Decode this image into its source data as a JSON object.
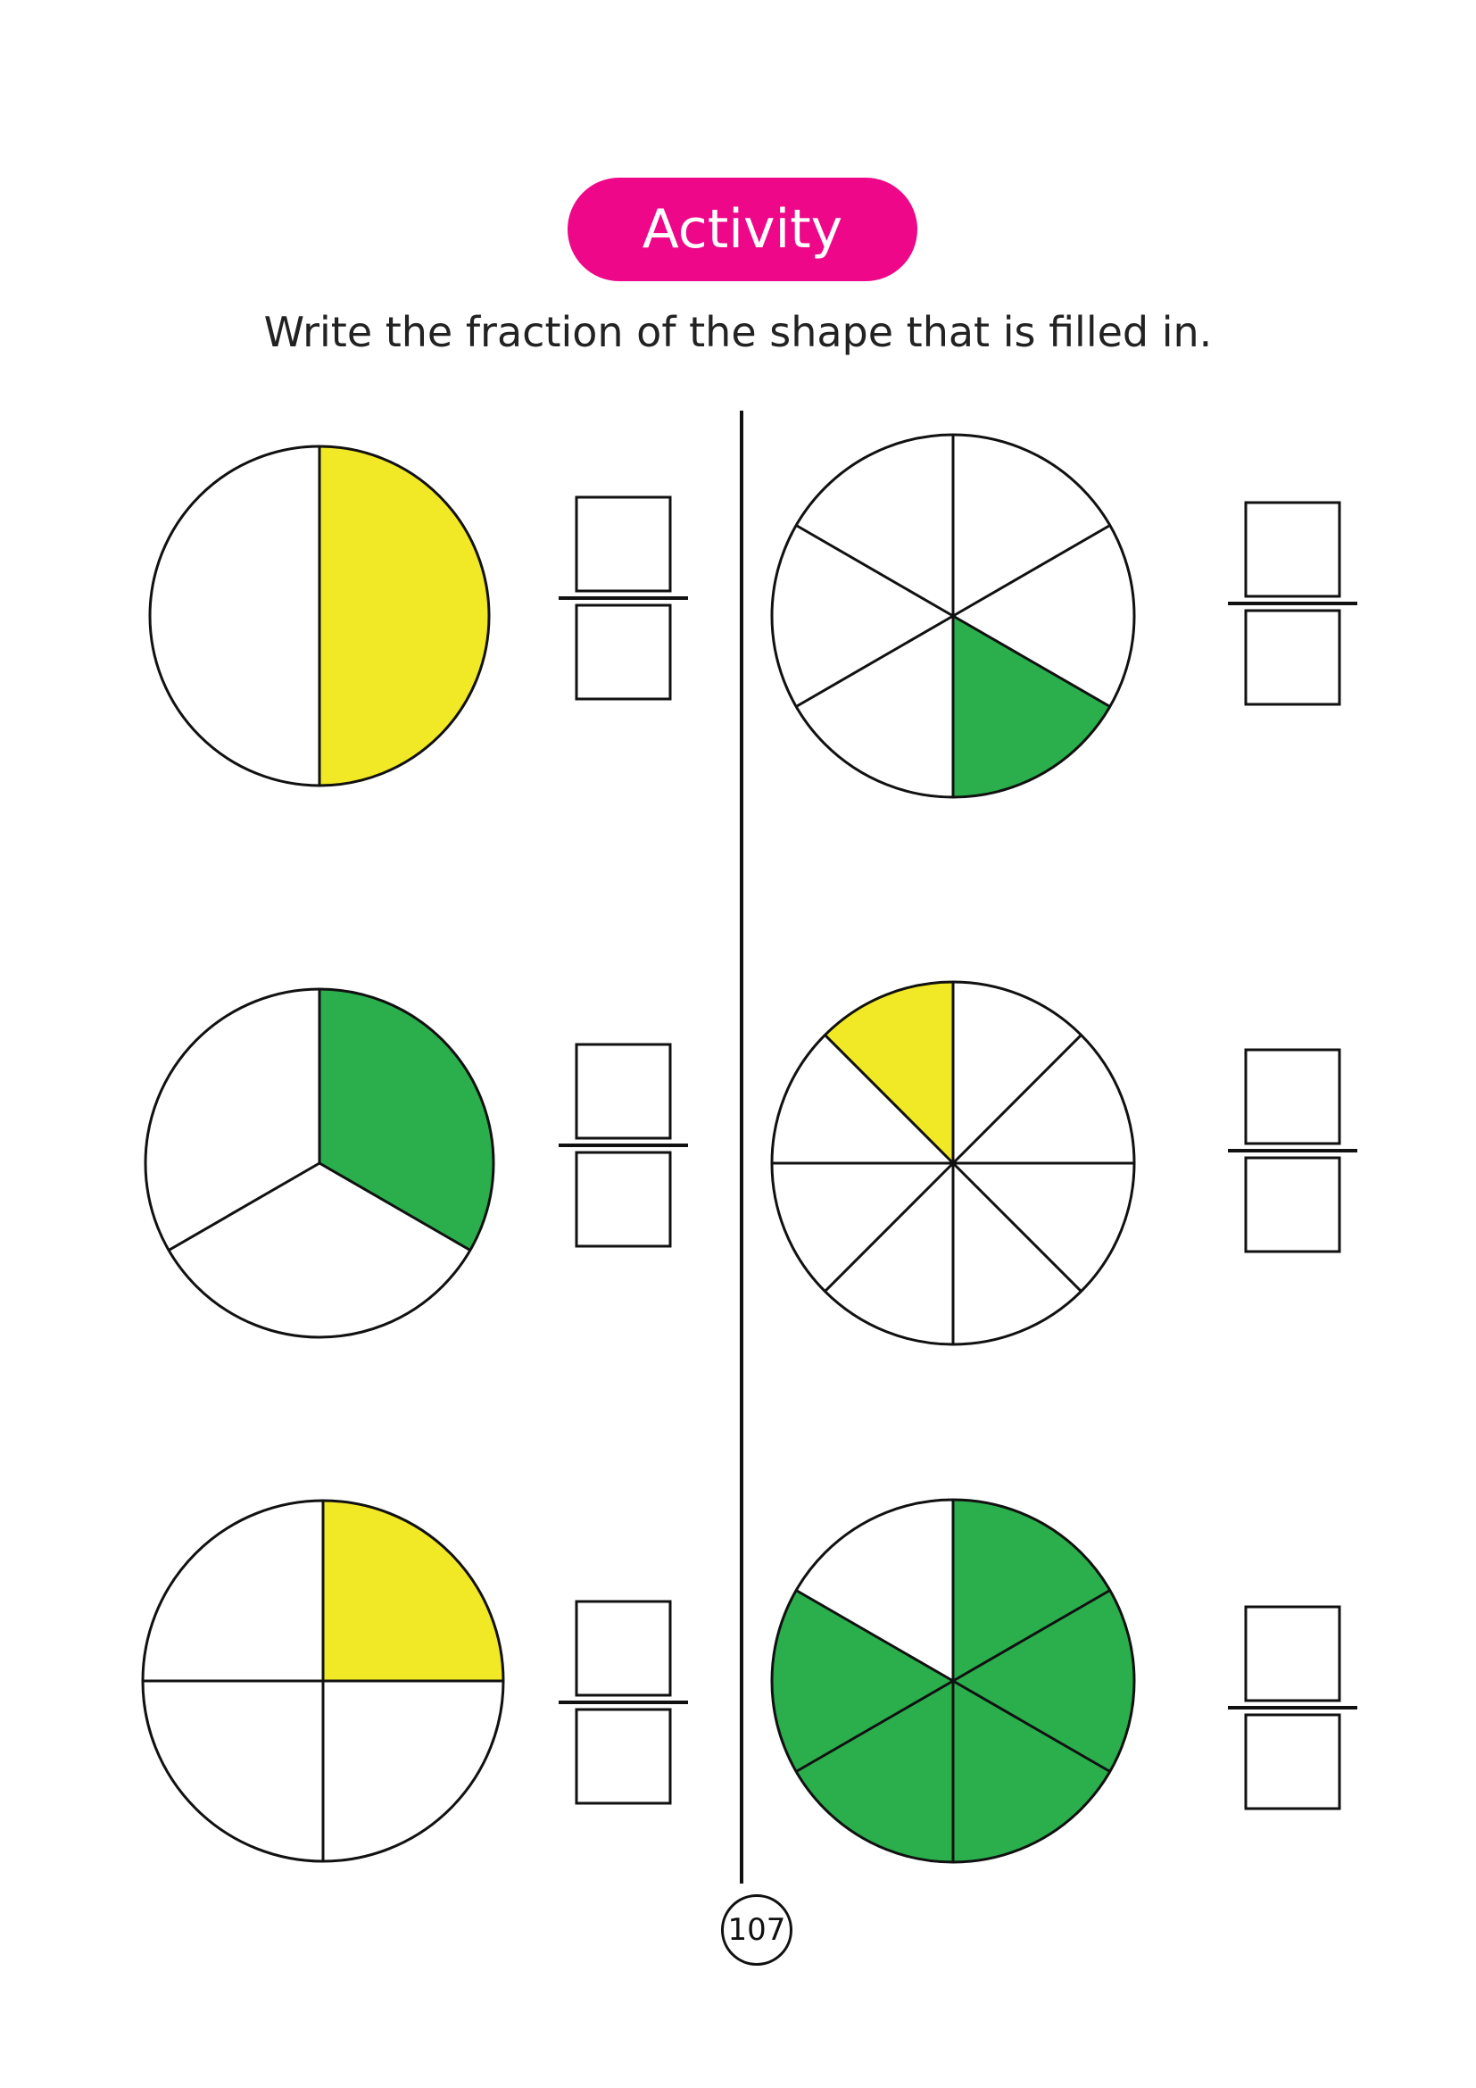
{
  "header": {
    "badge_label": "Activity",
    "instruction": "Write the fraction of the shape that is filled in."
  },
  "colors": {
    "badge": "#ee0788",
    "yellow": "#f2e926",
    "green": "#2baf4d",
    "outline": "#111111"
  },
  "problems": [
    {
      "name": "problem-1",
      "sections": 2,
      "shaded_sections": 1,
      "fill": "yellow"
    },
    {
      "name": "problem-2",
      "sections": 3,
      "shaded_sections": 1,
      "fill": "green"
    },
    {
      "name": "problem-3",
      "sections": 4,
      "shaded_sections": 1,
      "fill": "yellow"
    },
    {
      "name": "problem-4",
      "sections": 6,
      "shaded_sections": 1,
      "fill": "green"
    },
    {
      "name": "problem-5",
      "sections": 8,
      "shaded_sections": 1,
      "fill": "yellow"
    },
    {
      "name": "problem-6",
      "sections": 6,
      "shaded_sections": 5,
      "fill": "green"
    }
  ],
  "footer": {
    "page_number": "107"
  }
}
